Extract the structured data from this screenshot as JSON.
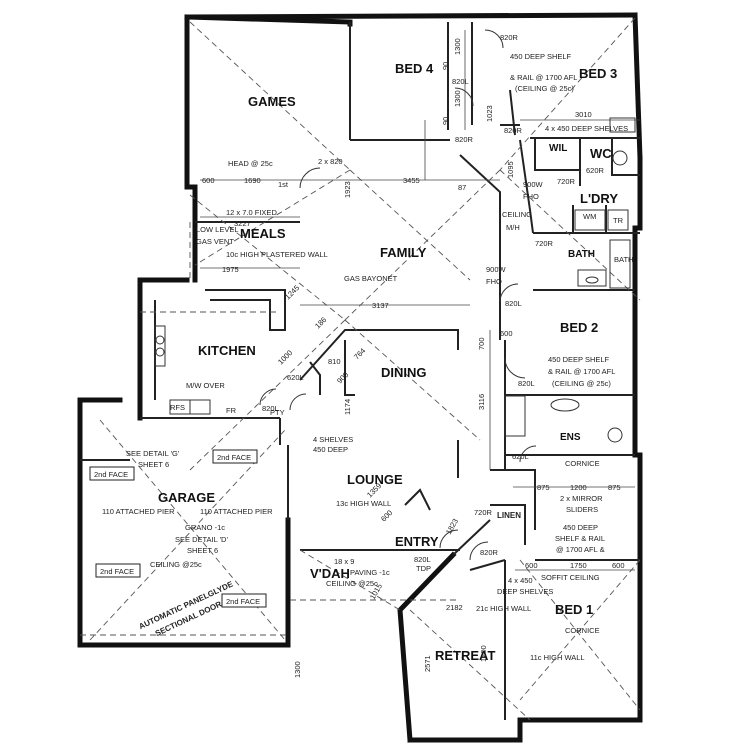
{
  "rooms": {
    "games": "GAMES",
    "bed4": "BED 4",
    "bed3": "BED 3",
    "meals": "MEALS",
    "family": "FAMILY",
    "kitchen": "KITCHEN",
    "dining": "DINING",
    "bed2": "BED 2",
    "garage": "GARAGE",
    "lounge": "LOUNGE",
    "entry": "ENTRY",
    "vdah": "V'DAH",
    "retreat": "RETREAT",
    "bed1": "BED 1",
    "wil": "WIL",
    "wc": "WC",
    "ldry": "L'DRY",
    "bath": "BATH",
    "ens": "ENS",
    "linen": "LINEN"
  },
  "notes": {
    "bed3_shelf": "450 DEEP SHELF",
    "bed3_rail": "& RAIL @ 1700 AFL",
    "bed3_ceiling": "(CEILING @ 25c)",
    "shelves_4x450": "4 x 450 DEEP SHELVES",
    "head": "HEAD @ 25c",
    "door_2x820": "2 x 820",
    "first": "1st",
    "fixed": "12 x 7.0 FIXED",
    "low_level_gas_1": "LOW LEVEL",
    "low_level_gas_2": "GAS VENT",
    "high_wall_10c": "10c HIGH PLASTERED WALL",
    "gas_bayonet": "GAS BAYONET",
    "fho_900w_1": "900W",
    "fho_900w_2": "FHO",
    "fho_900w_b1": "900W",
    "fho_900w_b2": "FHO",
    "ceiling_mh_1": "CEILING",
    "ceiling_mh_2": "M/H",
    "wm": "WM",
    "tr": "TR",
    "bath_small": "BATH",
    "mw_over": "M/W OVER",
    "pantry": "PTY",
    "fr": "FR",
    "rfs": "RFS",
    "bed2_shelf": "450 DEEP SHELF",
    "bed2_rail": "& RAIL @ 1700 AFL",
    "bed2_ceiling": "(CEILING @ 25c)",
    "shelves_450": "4 SHELVES",
    "shelves_450b": "450 DEEP",
    "detail_g_1": "SEE DETAIL 'G'",
    "detail_g_2": "SHEET 6",
    "detail_d_1": "SEE DETAIL 'D'",
    "detail_d_2": "SHEET 6",
    "face_1": "2nd FACE",
    "face_2": "2nd FACE",
    "face_3": "2nd FACE",
    "face_4": "2nd FACE",
    "pier_1": "110 ATTACHED PIER",
    "pier_2": "110 ATTACHED PIER",
    "grano": "GRANO -1c",
    "ceiling_25c": "CEILING @25c",
    "door_1": "AUTOMATIC PANELGLYDE",
    "door_2": "SECTIONAL DOOR",
    "high_wall_13c": "13c HIGH WALL",
    "vdah_size": "18 x 9",
    "vdah_paving": "PAVING -1c",
    "vdah_ceiling": "CEILING @25c",
    "tdp": "TDP",
    "mirror_1": "2 x MIRROR",
    "mirror_2": "SLIDERS",
    "bed1_shelf_1": "450 DEEP",
    "bed1_shelf_2": "SHELF & RAIL",
    "bed1_shelf_3": "@ 1700 AFL &",
    "soffit": "SOFFIT CEILING",
    "deep_shelves_1": "4 x 450",
    "deep_shelves_2": "DEEP SHELVES",
    "high_wall_21c": "21c HIGH WALL",
    "high_wall_11c": "11c HIGH WALL",
    "cornice_1": "CORNICE",
    "cornice_2": "CORNICE"
  },
  "dimensions": {
    "d820r_a": "820R",
    "d1300_a": "1300",
    "d820l_a": "820L",
    "d1300_b": "1300",
    "d90_a": "90",
    "d90_b": "90",
    "d820r_b": "820R",
    "d820r_c": "820R",
    "d3010": "3010",
    "d1023": "1023",
    "d1095": "1095",
    "d620r": "620R",
    "d720r": "720R",
    "d600_a": "600",
    "d1690": "1690",
    "d1923": "1923",
    "d3455": "3455",
    "d87": "87",
    "d3227": "3227",
    "d1975": "1975",
    "d720r_b": "720R",
    "d1245": "1245",
    "d3137": "3137",
    "d820l_b": "820L",
    "d186": "186",
    "d600_b": "600",
    "d1000": "1000",
    "d810": "810",
    "d764": "764",
    "d620l": "620L",
    "d900": "900",
    "d700": "700",
    "d820l_c": "820L",
    "d3116": "3116",
    "d1174": "1174",
    "d820l_d": "820L",
    "d620l_b": "620L",
    "d1359": "1359",
    "d600_c": "600",
    "d1823": "1823",
    "d720r_c": "720R",
    "d820r_d": "820R",
    "d820l_e": "820L",
    "d875_a": "875",
    "d1200_a": "1200",
    "d875_b": "875",
    "d600_d": "600",
    "d1750": "1750",
    "d600_e": "600",
    "d1015": "1015",
    "d2182": "2182",
    "d2571": "2571",
    "d1200_b": "1200",
    "d1300_c": "1300"
  }
}
